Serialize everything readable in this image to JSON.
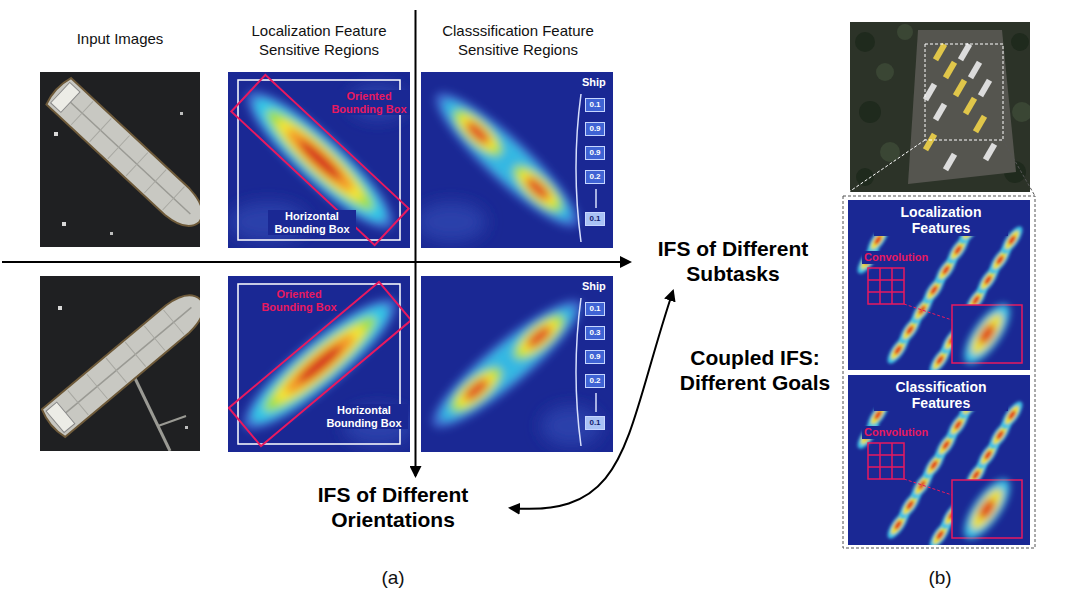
{
  "diagram": {
    "nodes": [
      {
        "text": [
          "Oriented Bounding Box",
          "Horizontal Bounding Box"
        ]
      },
      {
        "text": [
          "Ship"
        ]
      },
      {
        "text": [
          "0.1"
        ],
        "in": 1
      },
      {
        "text": [
          "0.9"
        ],
        "in": 1
      },
      {
        "text": [
          "0.9"
        ],
        "in": 1
      },
      {
        "text": [
          "0.2"
        ],
        "in": 1
      },
      {
        "text": [
          "0.1"
        ],
        "in": 1
      },
      {
        "text": [
          "IFS of Different Subtasks"
        ]
      },
      {
        "text": [
          "Oriented Bounding Box",
          "Horizontal Bounding Box"
        ]
      },
      {
        "text": [
          "Ship"
        ]
      },
      {
        "text": [
          "0.1"
        ],
        "in": 9
      },
      {
        "text": [
          "0.3"
        ],
        "in": 9
      },
      {
        "text": [
          "0.9"
        ],
        "in": 9
      },
      {
        "text": [
          "0.2"
        ],
        "in": 9
      },
      {
        "text": [
          "0.1"
        ],
        "in": 9
      },
      {
        "text": [
          "IFS of Different Orientations"
        ]
      },
      {
        "text": [
          "Localization Features",
          "Convolution"
        ]
      },
      {
        "text": [
          "Classification Features",
          "Convolution"
        ]
      }
    ],
    "edges": [
      {
        "from": 7,
        "to": 15,
        "arrow": "both",
        "label": "Coupled IFS: Different Goals"
      }
    ],
    "labels": [
      "Input Images",
      "Localization Feature Sensitive Regions",
      "Classsification Feature Sensitive Regions",
      "(a)",
      "(b)"
    ]
  }
}
